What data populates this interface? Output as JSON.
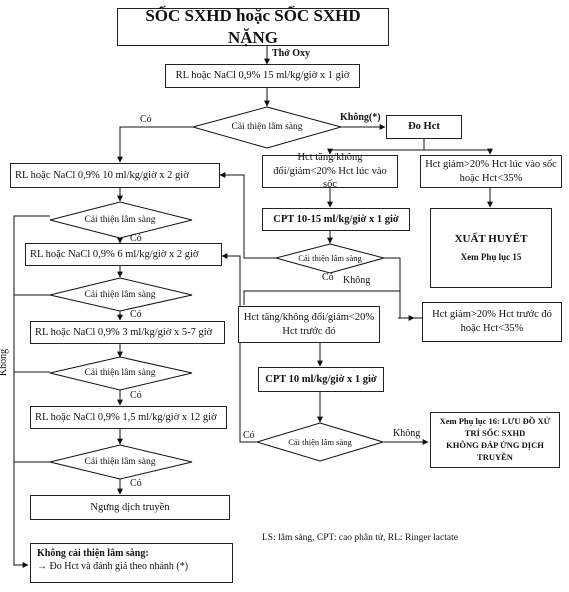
{
  "title": "SỐC SXHD hoặc SỐC SXHD NẶNG",
  "labels": {
    "oxy": "Thở Oxy",
    "co": "Có",
    "khong": "Không",
    "khong_star": "Không(*)"
  },
  "boxes": {
    "rl15": "RL hoặc NaCl 0,9% 15 ml/kg/giờ x 1 giờ",
    "do_hct": "Đo Hct",
    "rl10": "RL hoặc NaCl 0,9% 10 ml/kg/giờ x 2 giờ",
    "hct_tang": "Hct tăng/không đổi/giảm<20% Hct lúc vào sốc",
    "hct_giam": "Hct giảm>20% Hct lúc vào sốc hoặc Hct<35%",
    "cpt1015": "CPT 10-15 ml/kg/giờ x 1 giờ",
    "xuat_huyet": "XUẤT HUYẾT",
    "xuat_huyet_sub": "Xem Phụ lục 15",
    "rl6": "RL hoặc NaCl 0,9% 6 ml/kg/giờ x 2 giờ",
    "hct_tang2": "Hct tăng/không đổi/giảm<20% Hct trước đó",
    "hct_giam2": "Hct giảm>20% Hct trước đó hoặc Hct<35%",
    "rl3": "RL hoặc NaCl 0,9% 3 ml/kg/giờ x 5-7 giờ",
    "cpt10": "CPT 10 ml/kg/giờ x 1 giờ",
    "rl15b": "RL hoặc NaCl 0,9% 1,5 ml/kg/giờ x 12 giờ",
    "phuluc16_1": "Xem Phụ lục 16: LƯU ĐỒ XỬ",
    "phuluc16_2": "TRÍ SỐC SXHD",
    "phuluc16_3": "KHÔNG ĐÁP ỨNG DỊCH TRUYỀN",
    "ngung": "Ngưng dịch truyền",
    "khong_cai_thien_title": "Không cải thiện lâm sàng:",
    "khong_cai_thien_text": "→ Đo Hct và đánh giá theo nhánh (*)"
  },
  "diamond_text": "Cải thiện lâm sàng",
  "footer": "LS: lâm sàng, CPT: cao phân tử, RL: Ringer lactate"
}
